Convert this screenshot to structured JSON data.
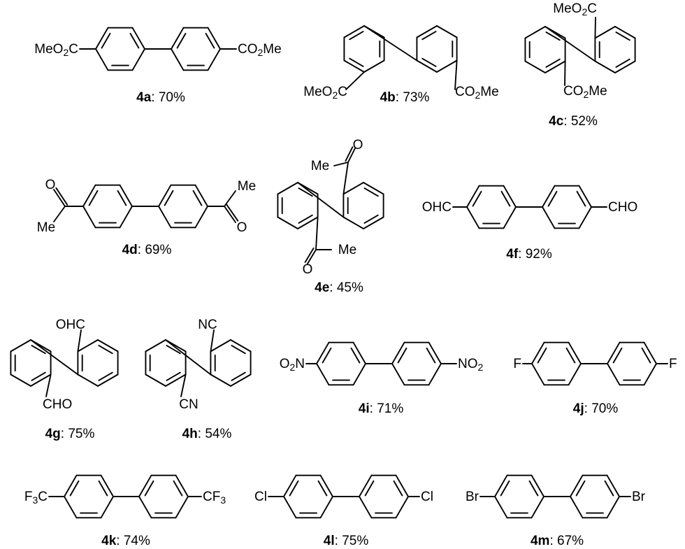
{
  "compounds": [
    {
      "id": "4a",
      "yield": "70%",
      "groups": [
        {
          "main": "MeO",
          "sub": "2",
          "tail": "C"
        },
        {
          "main": "CO",
          "sub": "2",
          "tail": "Me"
        }
      ]
    },
    {
      "id": "4b",
      "yield": "73%",
      "groups": [
        {
          "main": "MeO",
          "sub": "2",
          "tail": "C"
        },
        {
          "main": "CO",
          "sub": "2",
          "tail": "Me"
        }
      ]
    },
    {
      "id": "4c",
      "yield": "52%",
      "groups": [
        {
          "main": "MeO",
          "sub": "2",
          "tail": "C"
        },
        {
          "main": "CO",
          "sub": "2",
          "tail": "Me"
        }
      ]
    },
    {
      "id": "4d",
      "yield": "69%",
      "groups": [
        {
          "main": "O"
        },
        {
          "main": "Me"
        },
        {
          "main": "Me"
        },
        {
          "main": "O"
        }
      ]
    },
    {
      "id": "4e",
      "yield": "45%",
      "groups": [
        {
          "main": "O"
        },
        {
          "main": "Me"
        },
        {
          "main": "Me"
        },
        {
          "main": "O"
        }
      ]
    },
    {
      "id": "4f",
      "yield": "92%",
      "groups": [
        {
          "main": "OHC"
        },
        {
          "main": "CHO"
        }
      ]
    },
    {
      "id": "4g",
      "yield": "75%",
      "groups": [
        {
          "main": "OHC"
        },
        {
          "main": "CHO"
        }
      ]
    },
    {
      "id": "4h",
      "yield": "54%",
      "groups": [
        {
          "main": "NC"
        },
        {
          "main": "CN"
        }
      ]
    },
    {
      "id": "4i",
      "yield": "71%",
      "groups": [
        {
          "main": "O",
          "sub": "2",
          "tail": "N"
        },
        {
          "main": "NO",
          "sub": "2",
          "tail": ""
        }
      ]
    },
    {
      "id": "4j",
      "yield": "70%",
      "groups": [
        {
          "main": "F"
        },
        {
          "main": "F"
        }
      ]
    },
    {
      "id": "4k",
      "yield": "74%",
      "groups": [
        {
          "main": "F",
          "sub": "3",
          "tail": "C"
        },
        {
          "main": "CF",
          "sub": "3",
          "tail": ""
        }
      ]
    },
    {
      "id": "4l",
      "yield": "75%",
      "groups": [
        {
          "main": "Cl"
        },
        {
          "main": "Cl"
        }
      ]
    },
    {
      "id": "4m",
      "yield": "67%",
      "groups": [
        {
          "main": "Br"
        },
        {
          "main": "Br"
        }
      ]
    }
  ]
}
